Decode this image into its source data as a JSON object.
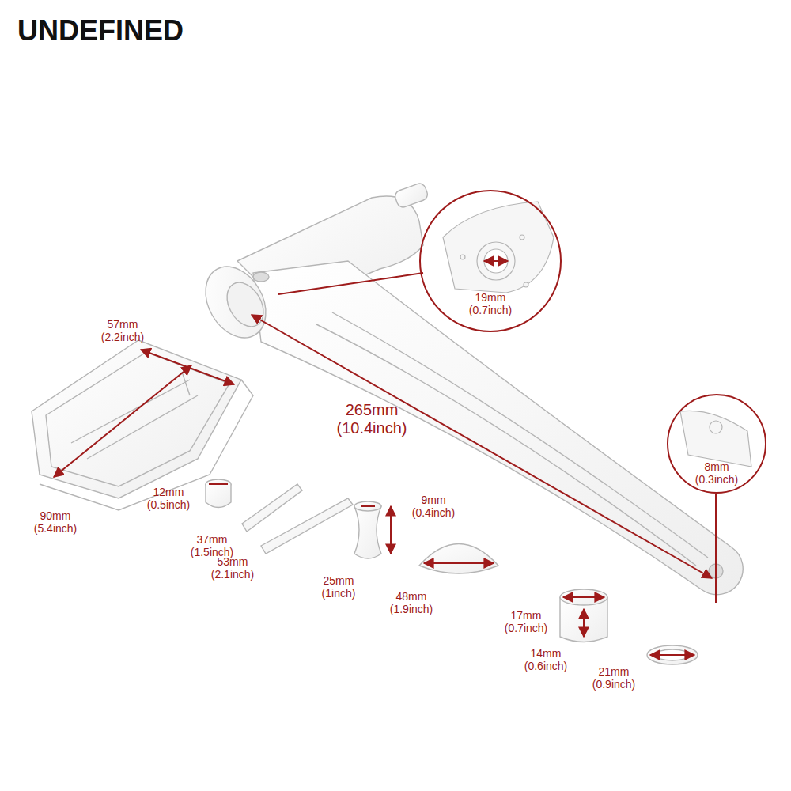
{
  "diagram": {
    "title": "UNDEFINED",
    "nodes": [
      {
        "text": [
          "19mm (0.7inch)"
        ]
      },
      {
        "text": [
          "8mm (0.3inch)"
        ]
      }
    ],
    "labels": [
      "57mm (2.2inch)",
      "90mm (5.4inch)",
      "265mm (10.4inch)",
      "12mm (0.5inch)",
      "37mm (1.5inch)",
      "53mm (2.1inch)",
      "9mm (0.4inch)",
      "25mm (1inch)",
      "48mm (1.9inch)",
      "17mm (0.7inch)",
      "14mm (0.6inch)",
      "21mm (0.9inch)"
    ]
  }
}
